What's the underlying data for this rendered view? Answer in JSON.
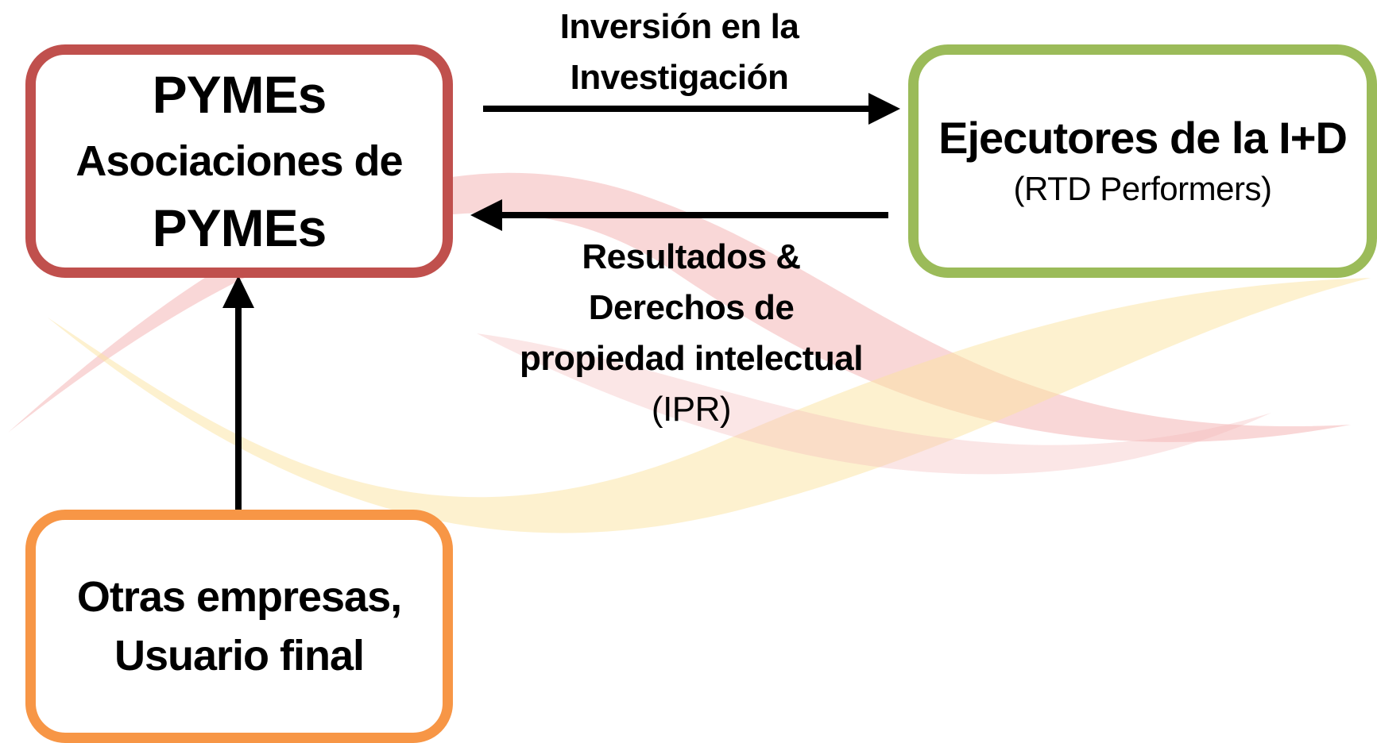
{
  "colors": {
    "pymes_border": "#c0504d",
    "rtd_border": "#9bbb59",
    "otras_border": "#f79646",
    "arrow": "#000000",
    "swoosh_pink": "#f4b6b6",
    "swoosh_yellow": "#fbe3a0"
  },
  "nodes": {
    "pymes": {
      "line1": "PYMEs",
      "line2": "Asociaciones de",
      "line3": "PYMEs"
    },
    "rtd": {
      "title": "Ejecutores de la I+D",
      "subtitle": "(RTD Performers)"
    },
    "otras": {
      "line1": "Otras empresas,",
      "line2": "Usuario final"
    }
  },
  "edges": {
    "investment": {
      "line1": "Inversión en la",
      "line2": "Investigación"
    },
    "results": {
      "line1": "Resultados &",
      "line2": "Derechos de",
      "line3": "propiedad intelectual",
      "line4": "(IPR)"
    }
  }
}
